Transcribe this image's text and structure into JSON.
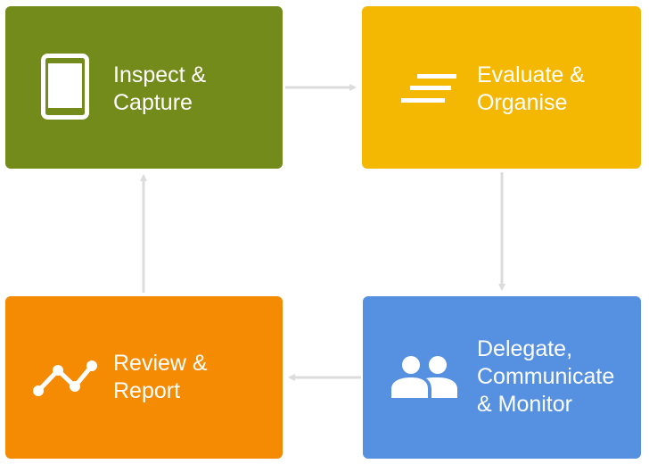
{
  "steps": [
    {
      "id": "inspect",
      "line1": "Inspect &",
      "line2": "Capture",
      "color": "#738b1a",
      "icon": "tablet-icon"
    },
    {
      "id": "evaluate",
      "line1": "Evaluate &",
      "line2": "Organise",
      "color": "#f4b803",
      "icon": "sort-lines-icon"
    },
    {
      "id": "delegate",
      "line1": "Delegate,",
      "line2": "Communicate",
      "line3": "& Monitor",
      "color": "#5590e1",
      "icon": "people-icon"
    },
    {
      "id": "review",
      "line1": "Review &",
      "line2": "Report",
      "color": "#f58a03",
      "icon": "trend-line-icon"
    }
  ],
  "arrow_color": "#dcdcdc"
}
